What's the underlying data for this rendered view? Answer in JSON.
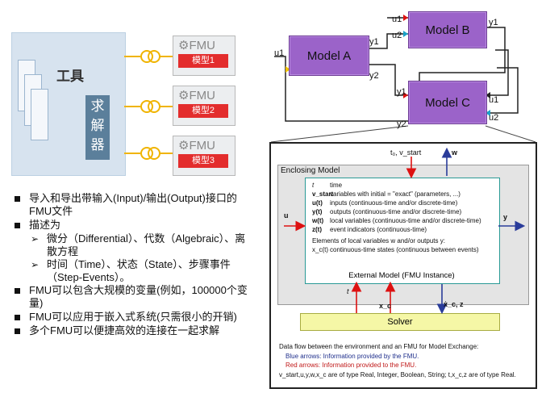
{
  "tool": {
    "title": "工具",
    "solver_chars": [
      "求",
      "解",
      "器"
    ]
  },
  "fmus": [
    {
      "title": "FMU",
      "model": "模型1"
    },
    {
      "title": "FMU",
      "model": "模型2"
    },
    {
      "title": "FMU",
      "model": "模型3"
    }
  ],
  "bullets": [
    {
      "text": "导入和导出带输入(Input)/输出(Output)接口的FMU文件"
    },
    {
      "text": "描述为"
    },
    {
      "sub": "微分（Differential）、代数（Algebraic）、离散方程"
    },
    {
      "sub": "时间（Time）、状态（State）、步骤事件（Step-Events）。"
    },
    {
      "text": "FMU可以包含大规模的变量(例如，100000个变量)"
    },
    {
      "text": "FMU可以应用于嵌入式系统(只需很小的开销)"
    },
    {
      "text": "多个FMU可以便捷高效的连接在一起求解"
    }
  ],
  "models": {
    "a": "Model A",
    "b": "Model B",
    "c": "Model C",
    "ports": {
      "a_u1": "u1",
      "a_y1": "y1",
      "a_y2": "y2",
      "b_u1": "u1",
      "b_u2": "u2",
      "b_y1": "y1",
      "c_y1": "y1",
      "c_u1": "u1",
      "c_u2": "u2",
      "c_y2": "y2"
    }
  },
  "fmu_diagram": {
    "top_in": "t₀, v_start",
    "top_out": "w",
    "left_in": "u",
    "right_out": "y",
    "enclosing_label": "Enclosing Model",
    "vars": [
      {
        "sym": "t",
        "desc": "time"
      },
      {
        "sym": "v_start",
        "desc": "variables with initial = \"exact\" (parameters, ...)"
      },
      {
        "sym": "u(t)",
        "desc": "inputs (continuous-time and/or discrete-time)"
      },
      {
        "sym": "y(t)",
        "desc": "outputs (continuous-time and/or discrete-time)"
      },
      {
        "sym": "w(t)",
        "desc": "local variables (continuous-time and/or discrete-time)"
      },
      {
        "sym": "z(t)",
        "desc": "event indicators (continuous-time)"
      }
    ],
    "elements_line": "Elements of local variables w and/or outputs y:",
    "xc_line": {
      "sym": "x_c(t)",
      "desc": "continuous-time states (continuous between events)"
    },
    "external_model": "External Model (FMU Instance)",
    "arrow_t": "t",
    "arrow_xc": "x_c",
    "arrow_xdot": "ẋ_c, z",
    "solver": "Solver",
    "legend": [
      "Data flow between the environment and an FMU for Model Exchange:",
      "Blue arrows: Information provided by the FMU.",
      "Red arrows: Information provided to the FMU.",
      "v_start,u,y,w,x_c are of type Real, Integer, Boolean, String; t,x_c,z are of type Real."
    ]
  }
}
